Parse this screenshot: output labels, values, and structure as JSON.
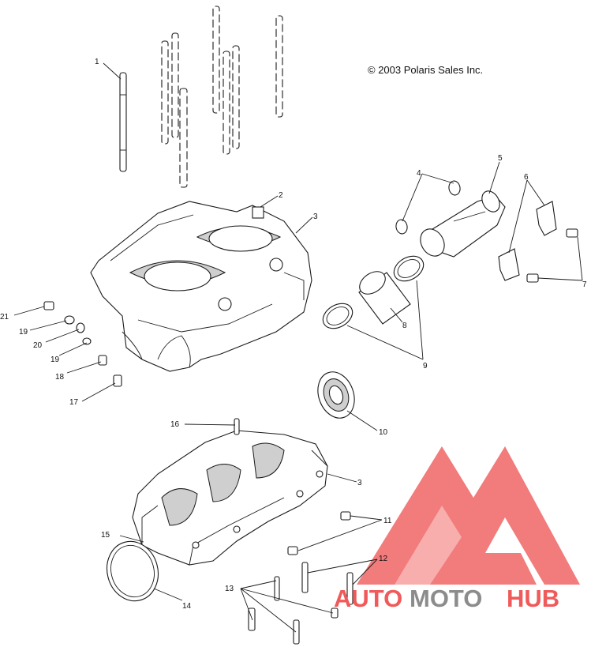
{
  "copyright": "© 2003 Polaris Sales Inc.",
  "callouts": [
    {
      "id": "1",
      "label": "1"
    },
    {
      "id": "2",
      "label": "2"
    },
    {
      "id": "3a",
      "label": "3"
    },
    {
      "id": "3b",
      "label": "3"
    },
    {
      "id": "4",
      "label": "4"
    },
    {
      "id": "5",
      "label": "5"
    },
    {
      "id": "6",
      "label": "6"
    },
    {
      "id": "7",
      "label": "7"
    },
    {
      "id": "8",
      "label": "8"
    },
    {
      "id": "9",
      "label": "9"
    },
    {
      "id": "10",
      "label": "10"
    },
    {
      "id": "11",
      "label": "11"
    },
    {
      "id": "12",
      "label": "12"
    },
    {
      "id": "13",
      "label": "13"
    },
    {
      "id": "14",
      "label": "14"
    },
    {
      "id": "15",
      "label": "15"
    },
    {
      "id": "16",
      "label": "16"
    },
    {
      "id": "17",
      "label": "17"
    },
    {
      "id": "18",
      "label": "18"
    },
    {
      "id": "19a",
      "label": "19"
    },
    {
      "id": "19b",
      "label": "19"
    },
    {
      "id": "20",
      "label": "20"
    },
    {
      "id": "21",
      "label": "21"
    }
  ],
  "watermark": {
    "part1": "AUTO",
    "part2": "MOTO",
    "part3": "HUB",
    "colors": {
      "red": "#f05a5a",
      "gray": "#8c8c8c",
      "logo": "#f06464"
    }
  }
}
